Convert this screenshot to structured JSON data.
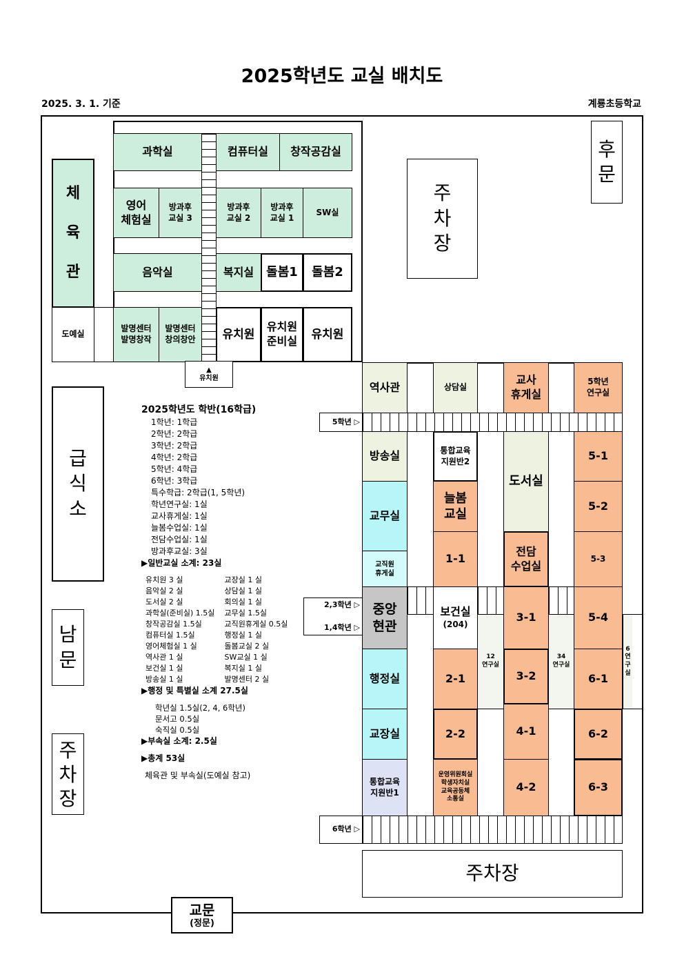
{
  "title": "2025학년도  교실  배치도",
  "date": "2025. 3. 1. 기준",
  "school": "계룡초등학교",
  "outdoor": {
    "back_gate": "후\n문",
    "parking_top": "주\n차\n장",
    "cafeteria": "급\n식\n소",
    "south_gate": "남\n문",
    "parking_left": "주\n차\n장",
    "parking_bottom": "주차장",
    "main_gate": "교문",
    "main_gate_sub": "(정문)",
    "kinder_entrance": "유치원"
  },
  "north": {
    "gym": "체\n\n육\n\n관",
    "pottery": "도예실",
    "science": "과학실",
    "computer": "컴퓨터실",
    "creative": "창작공감실",
    "english": "영어\n체험실",
    "after3": "방과후\n교실 3",
    "after2": "방과후\n교실 2",
    "after1": "방과후\n교실 1",
    "sw": "SW실",
    "music": "음악실",
    "welfare": "복지실",
    "care1": "돌봄1",
    "care2": "돌봄2",
    "invent1": "발명센터\n발명창작",
    "invent2": "발명센터\n창의창안",
    "kinder1": "유치원",
    "kinder_prep": "유치원\n준비실",
    "kinder2": "유치원"
  },
  "main": {
    "history": "역사관",
    "counsel": "상담실",
    "teacher_lounge": "교사\n휴게실",
    "g5_lab": "5학년\n연구실",
    "broadcast": "방송실",
    "support2": "통합교육\n지원반2",
    "library": "도서실",
    "academic": "교무실",
    "neulbom": "늘봄\n교실",
    "staff_lounge": "교직원\n휴게실",
    "c1_1": "1-1",
    "specialist": "전담\n수업실",
    "lobby": "중앙\n현관",
    "health": "보건실",
    "health_sub": "(204)",
    "admin": "행정실",
    "principal": "교장실",
    "support1": "통합교육\n지원반1",
    "c2_1": "2-1",
    "c2_2": "2-2",
    "committee": "운영위원회실\n학생자치실\n교육공동체\n소통실",
    "c3_1": "3-1",
    "c3_2": "3-2",
    "c4_1": "4-1",
    "c4_2": "4-2",
    "c5_1": "5-1",
    "c5_2": "5-2",
    "c5_3": "5-3",
    "c5_4": "5-4",
    "c6_1": "6-1",
    "c6_2": "6-2",
    "c6_3": "6-3",
    "lab12": "12\n연구실",
    "lab34": "34\n연구실",
    "lab6": "6\n연\n구\n실",
    "g5_entry": "5학년 ▷",
    "g23_entry": "2,3학년 ▷",
    "g14_entry": "1,4학년 ▷",
    "g6_entry": "6학년 ▷"
  },
  "summary": {
    "heading": "2025학년도 학반(16학급)",
    "classes": [
      "1학년:  1학급",
      "2학년:  2학급",
      "3학년:  2학급",
      "4학년:  2학급",
      "5학년:  4학급",
      "6학년:  3학급"
    ],
    "extras": [
      "특수학급:  2학급(1, 5학년)",
      " 학년연구실:  1실",
      " 교사휴게실:  1실",
      " 늘봄수업실:  1실",
      " 전담수업실:  1실",
      " 방과후교실:  3실"
    ],
    "general_total": "▶일반교실 소계: 23실",
    "special": [
      "유치원       3 실",
      "음악실       2 실",
      "도서실       2 실",
      "과학실(준비실)  1.5실",
      "창작공감실  1.5실",
      "컴퓨터실    1.5실",
      "영어체험실  1 실",
      "역사관       1 실",
      "보건실       1 실",
      "방송실       1 실",
      "교장실       1 실",
      "상담실       1 실",
      "회의실       1 실",
      "교무실       1.5실",
      "교직원휴게실  0.5실",
      "행정실       1 실",
      "돌봄교실     2 실",
      "SW교실       1 실",
      "복지실       1 실",
      "발명센터     2 실"
    ],
    "special_total": "▶행정 및 특별실 소계 27.5실",
    "annex": [
      "학년실 1.5실(2, 4, 6학년)",
      "문서고 0.5실",
      "숙직실 0.5실"
    ],
    "annex_total": "▶부속실 소계: 2.5실",
    "grand_total": "▶총계 53실",
    "note": "체육관 및 부속실(도예실 참고)"
  },
  "colors": {
    "mint": "#cdeedc",
    "orange": "#f8bb92",
    "beige": "#eef3e1",
    "cyan": "#b6f6f8",
    "grey": "#c6c6c6",
    "lavender": "#dde3f5"
  }
}
